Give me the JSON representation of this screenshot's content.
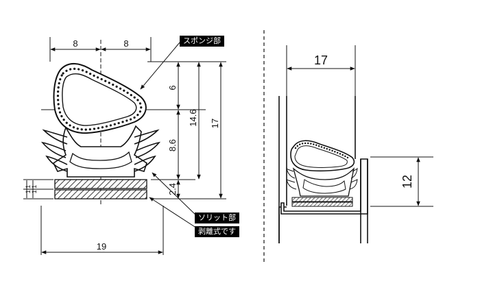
{
  "left": {
    "dim_top_left": "8",
    "dim_top_right": "8",
    "dim_v_6": "6",
    "dim_v_86": "8.6",
    "dim_v_24": "2.4",
    "dim_v_146": "14.6",
    "dim_v_17": "17",
    "dim_small_1": "1.1",
    "dim_small_2": "1.1",
    "dim_bottom": "19"
  },
  "labels": {
    "sponge": "スポンジ部",
    "solid": "ソリット部",
    "release": "剥離式です"
  },
  "right": {
    "dim_width": "17",
    "dim_height": "12"
  }
}
